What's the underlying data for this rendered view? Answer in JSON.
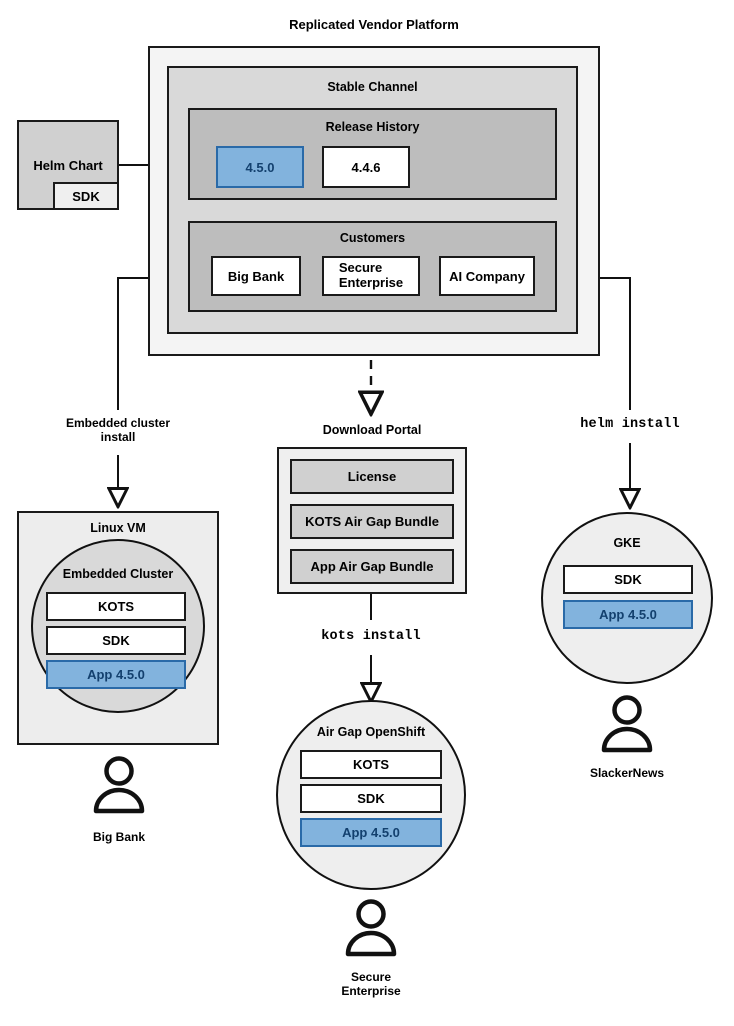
{
  "diagram": {
    "title": "Replicated Vendor Platform",
    "platform": {
      "channel_title": "Stable Channel",
      "release_history": {
        "title": "Release History",
        "releases": [
          {
            "version": "4.5.0",
            "highlighted": true
          },
          {
            "version": "4.4.6",
            "highlighted": false
          }
        ]
      },
      "customers": {
        "title": "Customers",
        "items": [
          "Big Bank",
          "Secure\nEnterprise",
          "AI Company"
        ]
      }
    },
    "source": {
      "title": "Helm Chart",
      "sub": "SDK"
    },
    "edges": {
      "embedded": "Embedded cluster\ninstall",
      "kots": "kots install",
      "helm": "helm install"
    },
    "download_portal": {
      "title": "Download Portal",
      "items": [
        "License",
        "KOTS Air Gap Bundle",
        "App Air Gap Bundle"
      ]
    },
    "targets": [
      {
        "host_title": "Linux VM",
        "cluster_title": "Embedded Cluster",
        "components": [
          "KOTS",
          "SDK",
          "App 4.5.0"
        ],
        "actor": "Big Bank"
      },
      {
        "host_title": "Air Gap OpenShift",
        "components": [
          "KOTS",
          "SDK",
          "App 4.5.0"
        ],
        "actor": "Secure\nEnterprise"
      },
      {
        "host_title": "GKE",
        "components": [
          "SDK",
          "App 4.5.0"
        ],
        "actor": "SlackerNews"
      }
    ],
    "colors": {
      "highlight_fill": "#82b3dd",
      "highlight_border": "#2a6aa8",
      "highlight_text": "#13406e",
      "stroke": "#1a1a1a",
      "outer_fill": "#f4f4f4",
      "channel_fill": "#d9d9d9",
      "section_fill": "#bdbdbd"
    }
  }
}
